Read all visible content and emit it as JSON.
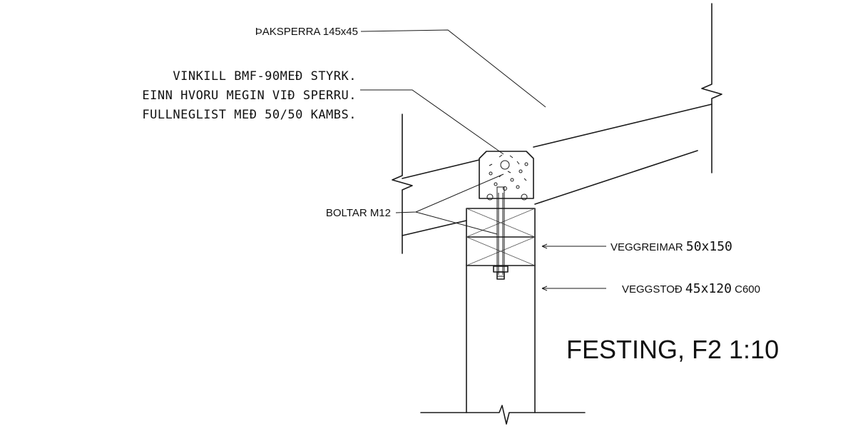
{
  "labels": {
    "rafter": "ÞAKSPERRA 145x45",
    "angle_line1": "VINKILL BMF-90MEÐ STYRK.",
    "angle_line2": "EINN HVORU MEGIN VIÐ SPERRU.",
    "angle_line3": "FULLNEGLIST MEÐ 50/50 KAMBS.",
    "bolts": "BOLTAR M12",
    "wall_plate_name": "VEGGREIMAR",
    "wall_plate_size": "50x150",
    "stud_name": "VEGGSTOÐ",
    "stud_size": "45x120",
    "stud_spacing": "C600",
    "title": "FESTING, F2 1:10"
  }
}
